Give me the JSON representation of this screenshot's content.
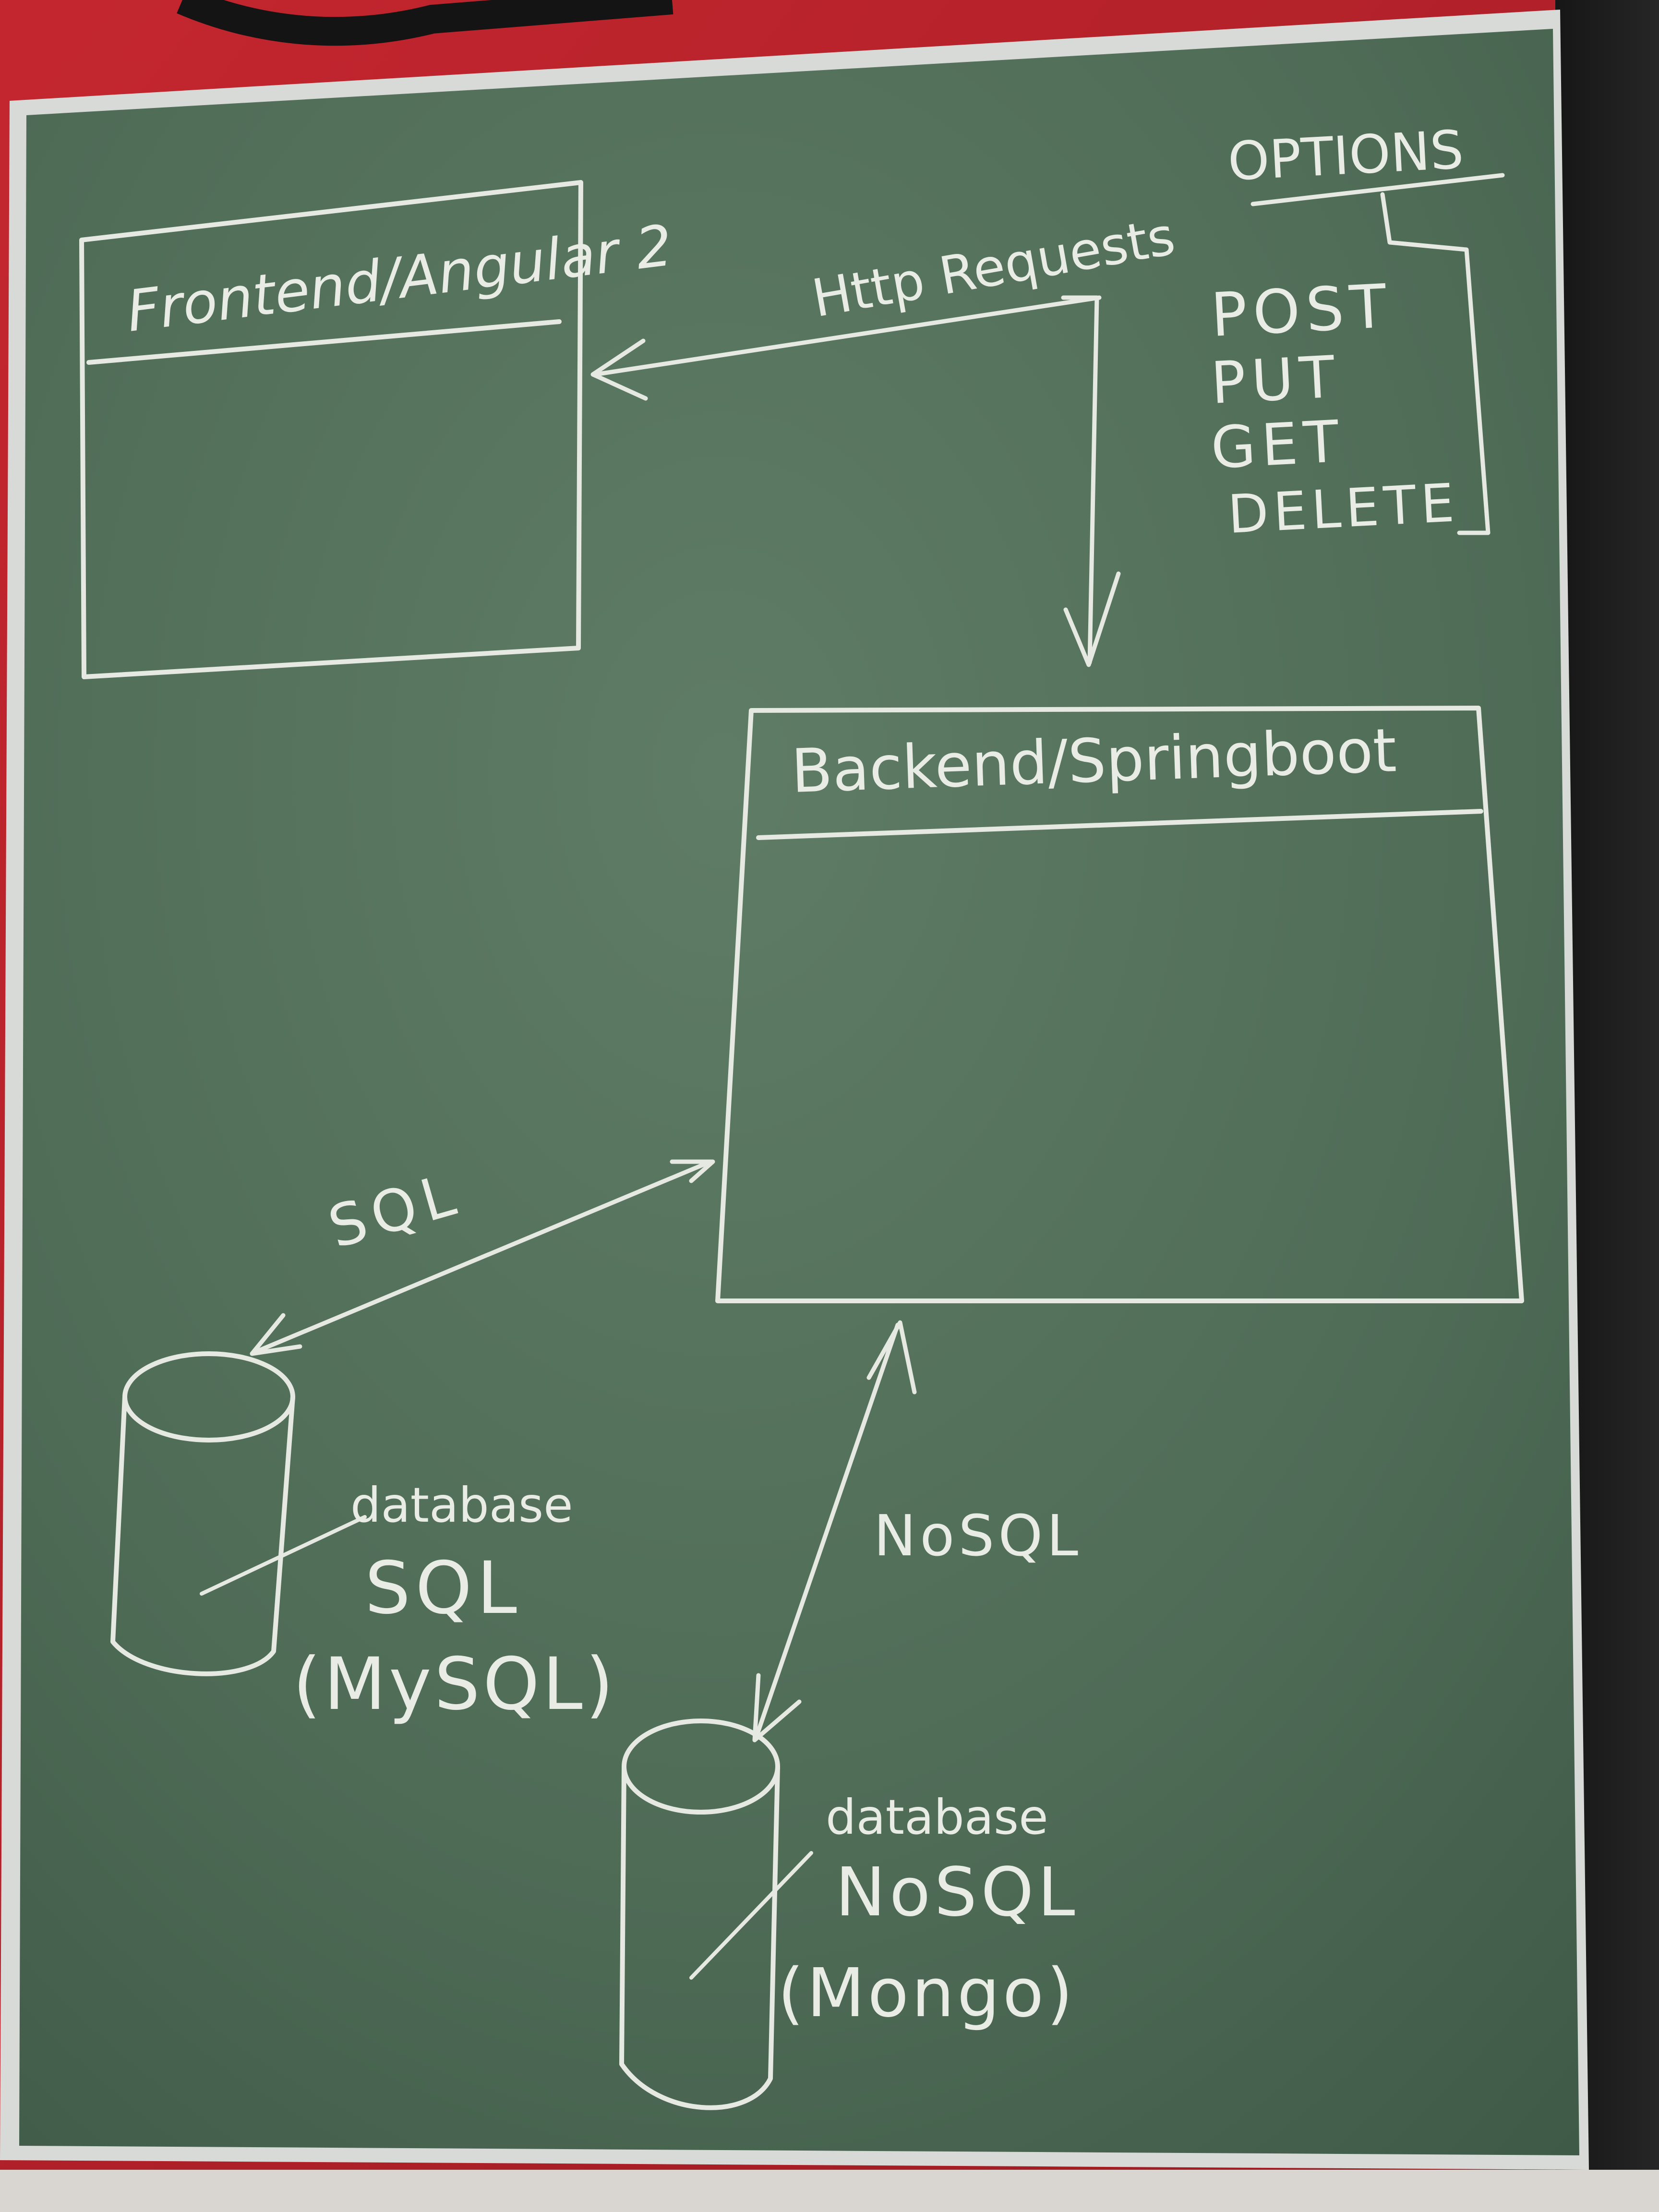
{
  "colors": {
    "board": "#4e6b55",
    "board_light": "#6a8570",
    "chalk": "#e9ece4",
    "frame": "#d7dad6",
    "background_red": "#b8232b",
    "background_dark": "#1b1b1b"
  },
  "diagram": {
    "frontend_box": {
      "title": "Frontend/Angular 2"
    },
    "backend_box": {
      "title": "Backend/Springboot"
    },
    "http_label": "Http Requests",
    "options": {
      "title": "OPTIONS",
      "methods": [
        "POST",
        "PUT",
        "GET",
        "DELETE"
      ]
    },
    "sql_edge_label": "SQL",
    "nosql_edge_label": "NoSQL",
    "sql_database": {
      "line1": "database",
      "line2": "SQL",
      "line3": "(MySQL)"
    },
    "nosql_database": {
      "line1": "database",
      "line2": "NoSQL",
      "line3": "(Mongo)"
    }
  }
}
